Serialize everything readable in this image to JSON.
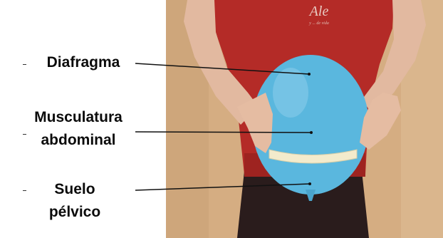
{
  "photo": {
    "description_icon": "person-holding-balloon-photo",
    "logo_text": "Ale",
    "logo_subtext": "y ... de vida"
  },
  "labels": [
    {
      "id": "diafragma",
      "lines": [
        "Diafragma"
      ]
    },
    {
      "id": "musculatura",
      "lines": [
        "Musculatura",
        "abdominal"
      ]
    },
    {
      "id": "suelo",
      "lines": [
        "Suelo",
        "pélvico"
      ]
    }
  ],
  "colors": {
    "balloon": "#5ab7de",
    "shirt": "#b02a26",
    "wall": "#d7b38a",
    "band": "#f2e9c9"
  }
}
